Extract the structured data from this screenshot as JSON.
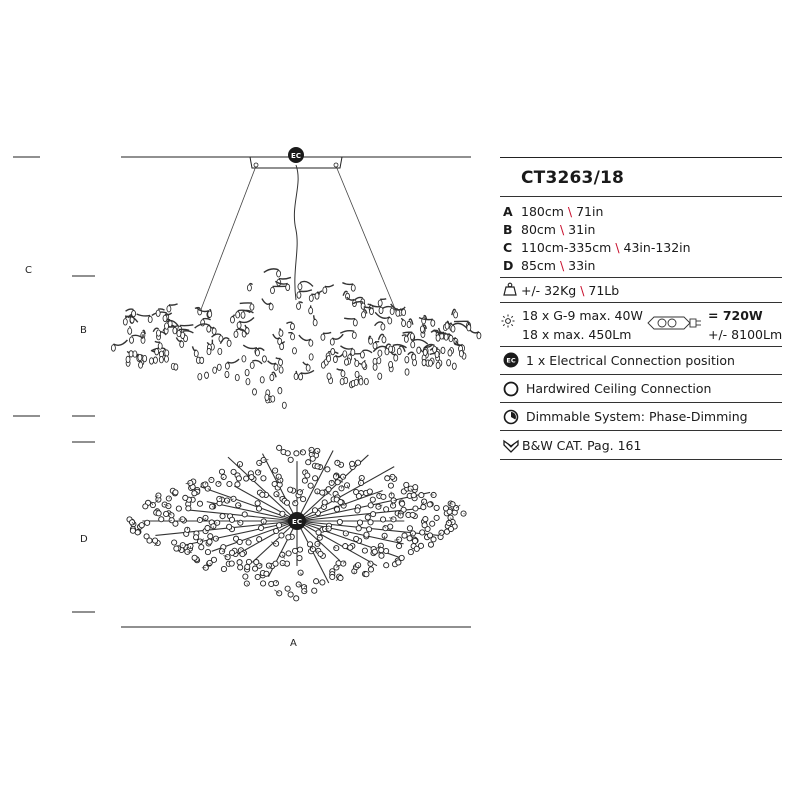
{
  "product": {
    "code": "CT3263/18"
  },
  "dimension_labels": {
    "a": "A",
    "b": "B",
    "c": "C",
    "d": "D"
  },
  "drawing": {
    "ec_badge": "EC"
  },
  "specs": {
    "dimensions": [
      {
        "key": "A",
        "metric": "180cm",
        "slash": "\\",
        "imperial": "71in"
      },
      {
        "key": "B",
        "metric": "80cm",
        "slash": "\\",
        "imperial": "31in"
      },
      {
        "key": "C",
        "metric": "110cm-335cm",
        "slash": "\\",
        "imperial": "43in-132in"
      },
      {
        "key": "D",
        "metric": "85cm",
        "slash": "\\",
        "imperial": "33in"
      }
    ],
    "weight": {
      "text": "+/- 32Kg",
      "slash": "\\",
      "imperial": "71Lb"
    },
    "lamps": {
      "line1": "18 x G-9 max. 40W",
      "line2": "18 x max. 450Lm",
      "total_power": "= 720W",
      "total_lumen": "+/- 8100Lm"
    },
    "electrical": {
      "badge": "EC",
      "text": "1 x Electrical Connection position"
    },
    "ceiling": {
      "text": "Hardwired Ceiling Connection"
    },
    "dimming": {
      "text": "Dimmable System: Phase-Dimming"
    },
    "catalog": {
      "text": "B&W CAT. Pag. 161"
    }
  },
  "icons": {
    "weight": "weight-icon",
    "lamp": "sun-lamp-icon",
    "bulb": "g9-bulb-icon",
    "electrical": "ec-badge-icon",
    "ceiling": "ring-icon",
    "dimming": "dimmer-icon",
    "catalog": "catalog-icon"
  },
  "colors": {
    "accent": "#c8102e",
    "line": "#222222"
  }
}
